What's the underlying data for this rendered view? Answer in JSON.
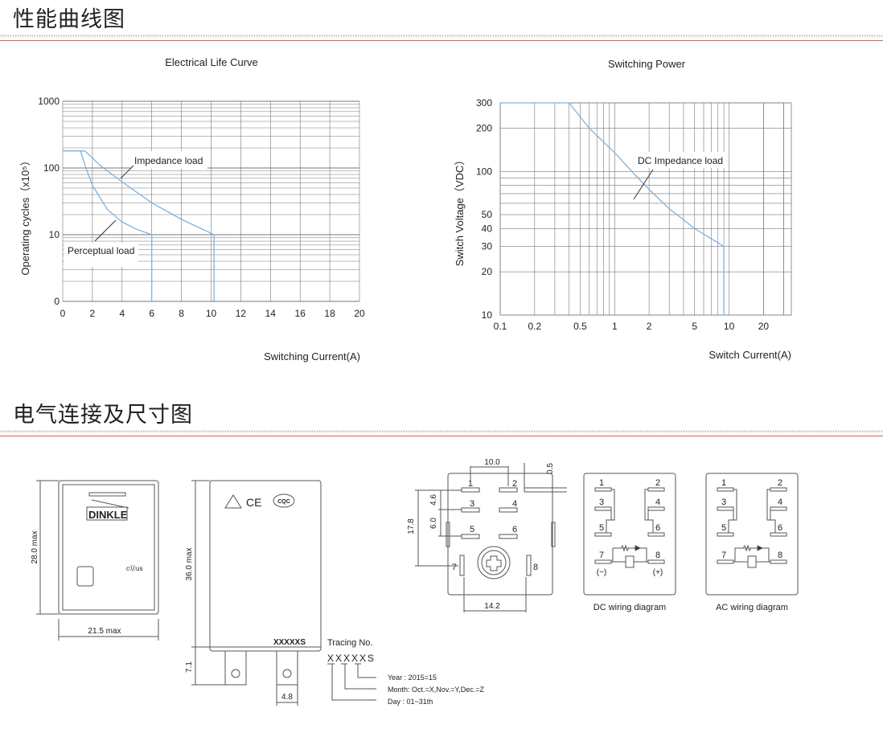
{
  "sections": {
    "performance_title": "性能曲线图",
    "connection_title": "电气连接及尺寸图"
  },
  "colors": {
    "curve": "#7fb2dd",
    "grid": "#555555",
    "accent_line": "#e05a5a"
  },
  "chart_data": [
    {
      "type": "line",
      "title": "Electrical Life Curve",
      "xlabel": "Switching Current(A)",
      "ylabel": "Operating cycles（x10⁵）",
      "xlim": [
        0,
        20
      ],
      "xticks": [
        "0",
        "2",
        "4",
        "6",
        "8",
        "10",
        "12",
        "14",
        "16",
        "18",
        "20"
      ],
      "yscale": "log",
      "ylim": [
        1,
        1000
      ],
      "yticks": [
        {
          "v": 1,
          "label": "0"
        },
        {
          "v": 10,
          "label": "10"
        },
        {
          "v": 100,
          "label": "100"
        },
        {
          "v": 1000,
          "label": "1000"
        }
      ],
      "grid": true,
      "series": [
        {
          "name": "Impedance load",
          "points": [
            [
              0,
              180
            ],
            [
              1.5,
              180
            ],
            [
              2.5,
              110
            ],
            [
              4,
              62
            ],
            [
              6,
              30
            ],
            [
              8,
              17
            ],
            [
              10.2,
              10
            ],
            [
              10.2,
              1
            ]
          ]
        },
        {
          "name": "Perceptual load",
          "points": [
            [
              0,
              180
            ],
            [
              1.2,
              180
            ],
            [
              1.5,
              110
            ],
            [
              2,
              55
            ],
            [
              3,
              24
            ],
            [
              4,
              15.5
            ],
            [
              5,
              12
            ],
            [
              6,
              10
            ],
            [
              6,
              1
            ]
          ]
        }
      ]
    },
    {
      "type": "line",
      "title": "Switching Power",
      "xlabel": "Switch Current(A)",
      "ylabel": "Switch Voltage（VDC）",
      "xscale": "log",
      "xlim": [
        0.1,
        35
      ],
      "xticks": [
        {
          "v": 0.1,
          "label": "0.1"
        },
        {
          "v": 0.2,
          "label": "0.2"
        },
        {
          "v": 0.5,
          "label": "0.5"
        },
        {
          "v": 1,
          "label": "1"
        },
        {
          "v": 2,
          "label": "2"
        },
        {
          "v": 5,
          "label": "5"
        },
        {
          "v": 10,
          "label": "10"
        },
        {
          "v": 20,
          "label": "20"
        }
      ],
      "yscale": "log",
      "ylim": [
        10,
        300
      ],
      "yticks": [
        {
          "v": 10,
          "label": "10"
        },
        {
          "v": 20,
          "label": "20"
        },
        {
          "v": 30,
          "label": "30"
        },
        {
          "v": 40,
          "label": "40"
        },
        {
          "v": 50,
          "label": "50"
        },
        {
          "v": 100,
          "label": "100"
        },
        {
          "v": 200,
          "label": "200"
        },
        {
          "v": 300,
          "label": "300"
        }
      ],
      "grid": true,
      "series": [
        {
          "name": "DC Impedance load",
          "points": [
            [
              0.1,
              300
            ],
            [
              0.4,
              300
            ],
            [
              0.6,
              200
            ],
            [
              1,
              135
            ],
            [
              1.5,
              95
            ],
            [
              2,
              75
            ],
            [
              3,
              55
            ],
            [
              5,
              40
            ],
            [
              7,
              34
            ],
            [
              9,
              30
            ],
            [
              9,
              10
            ]
          ]
        }
      ]
    }
  ],
  "drawings": {
    "front": {
      "brand": "DINKLE",
      "height_dim": "28.0 max",
      "width_dim": "21.5 max"
    },
    "side": {
      "marking": "XXXXXS",
      "height_dim": "36.0 max",
      "pin_dim": "7.1",
      "pin_width_dim": "4.8"
    },
    "bottom": {
      "dims": [
        "10.0",
        "0.5",
        "4.6",
        "6.0",
        "17.8",
        "14.2"
      ],
      "pins": [
        "1",
        "2",
        "3",
        "4",
        "5",
        "6",
        "7",
        "8"
      ]
    },
    "dc_wiring": {
      "caption": "DC wiring diagram",
      "pins": [
        "1",
        "2",
        "3",
        "4",
        "5",
        "6",
        "7",
        "8"
      ],
      "minus": "(−)",
      "plus": "(+)"
    },
    "ac_wiring": {
      "caption": "AC wiring diagram",
      "pins": [
        "1",
        "2",
        "3",
        "4",
        "5",
        "6",
        "7",
        "8"
      ]
    },
    "tracing": {
      "title": "Tracing No.",
      "code": "XXXXXS",
      "lines": [
        "Year  :  2015=15",
        "Month:  Oct.=X,Nov.=Y,Dec.=Z",
        "Day   :  01~31th"
      ]
    }
  }
}
